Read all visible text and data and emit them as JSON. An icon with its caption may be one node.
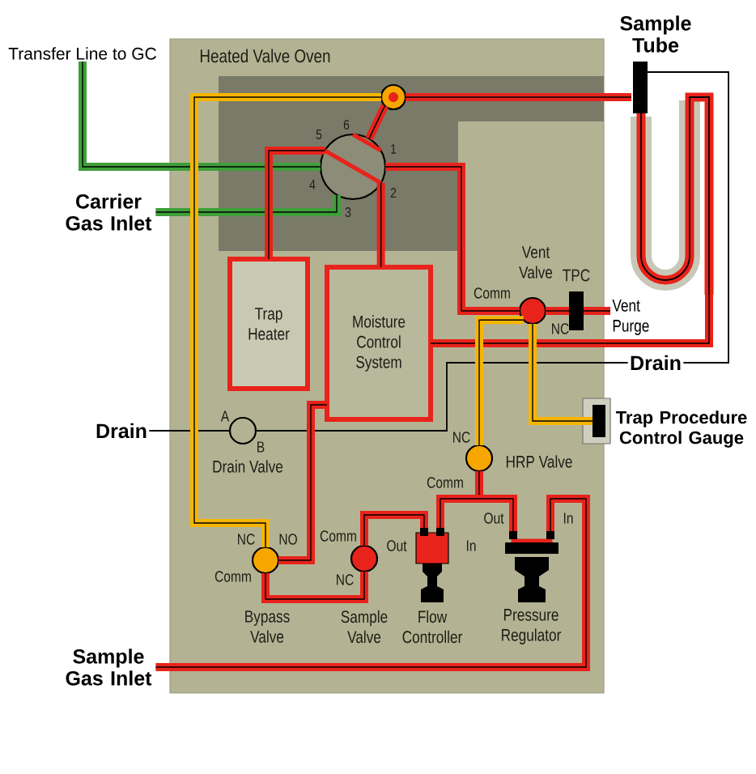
{
  "diagram": {
    "nodes": [
      {
        "text": [
          "Transfer Line to GC"
        ]
      },
      {
        "text": [
          "Heated Valve Oven"
        ]
      },
      {
        "text": [],
        "shape": "circle",
        "in": 1
      },
      {
        "text": [],
        "shape": "circle",
        "in": 1,
        "beside": [
          "5",
          "6",
          "1",
          "2",
          "3",
          "4"
        ]
      },
      {
        "text": [
          "Sample Tube"
        ]
      },
      {
        "text": [
          "Carrier Gas Inlet"
        ]
      },
      {
        "text": [
          "Trap Heater"
        ],
        "in": 1
      },
      {
        "text": [
          "Moisture Control System"
        ],
        "in": 1
      },
      {
        "text": [
          "Vent Valve"
        ],
        "in": 1,
        "beside": [
          "Comm",
          "NC"
        ]
      },
      {
        "text": [
          "TPC"
        ],
        "in": 1
      },
      {
        "text": [
          "Vent Purge"
        ]
      },
      {
        "text": [
          "Drain"
        ]
      },
      {
        "text": [
          "Trap Procedure Control Gauge"
        ]
      },
      {
        "text": [
          "Drain"
        ]
      },
      {
        "text": [
          "Drain Valve"
        ],
        "in": 1,
        "beside": [
          "A",
          "B"
        ]
      },
      {
        "text": [
          "HRP Valve"
        ],
        "in": 1,
        "beside": [
          "NC",
          "Comm"
        ]
      },
      {
        "text": [
          "Bypass Valve"
        ],
        "in": 1,
        "beside": [
          "NC",
          "NO",
          "Comm"
        ]
      },
      {
        "text": [
          "Sample Valve"
        ],
        "in": 1,
        "beside": [
          "Comm",
          "NC"
        ]
      },
      {
        "text": [
          "Flow Controller"
        ],
        "in": 1,
        "beside": [
          "Out",
          "In"
        ]
      },
      {
        "text": [
          "Pressure Regulator"
        ],
        "in": 1,
        "beside": [
          "Out",
          "In"
        ]
      },
      {
        "text": [
          "Sample Gas Inlet"
        ]
      }
    ],
    "edges": [
      {
        "from": 3,
        "to": 0,
        "arrow": "none",
        "color": "#3f9f3a"
      },
      {
        "from": 5,
        "to": 3,
        "arrow": "none",
        "color": "#3f9f3a"
      },
      {
        "from": 3,
        "to": 2,
        "arrow": "none"
      },
      {
        "from": 2,
        "to": 4,
        "arrow": "none"
      },
      {
        "from": 3,
        "to": 6,
        "arrow": "none"
      },
      {
        "from": 3,
        "to": 7,
        "arrow": "none"
      },
      {
        "from": 4,
        "to": 7,
        "arrow": "none"
      },
      {
        "from": 3,
        "to": 8,
        "arrow": "none"
      },
      {
        "from": 8,
        "to": 9,
        "arrow": "none"
      },
      {
        "from": 9,
        "to": 10,
        "arrow": "none"
      },
      {
        "from": 13,
        "to": 14,
        "arrow": "none",
        "color": "#000000"
      },
      {
        "from": 14,
        "to": 11,
        "arrow": "none",
        "color": "#000000"
      },
      {
        "from": 15,
        "to": 8,
        "arrow": "none",
        "color": "#f7b500"
      },
      {
        "from": 8,
        "to": 12,
        "arrow": "none",
        "color": "#f7b500"
      },
      {
        "from": 19,
        "to": 15,
        "arrow": "none"
      },
      {
        "from": 19,
        "to": 18,
        "arrow": "none"
      },
      {
        "from": 18,
        "to": 17,
        "arrow": "none"
      },
      {
        "from": 17,
        "to": 16,
        "arrow": "none"
      },
      {
        "from": 16,
        "to": 2,
        "arrow": "none",
        "color": "#f7b500"
      },
      {
        "from": 20,
        "to": 19,
        "arrow": "none"
      },
      {
        "from": 16,
        "to": 7,
        "arrow": "none"
      },
      {
        "from": 4,
        "to": 11,
        "arrow": "none",
        "color": "#000000"
      }
    ]
  }
}
